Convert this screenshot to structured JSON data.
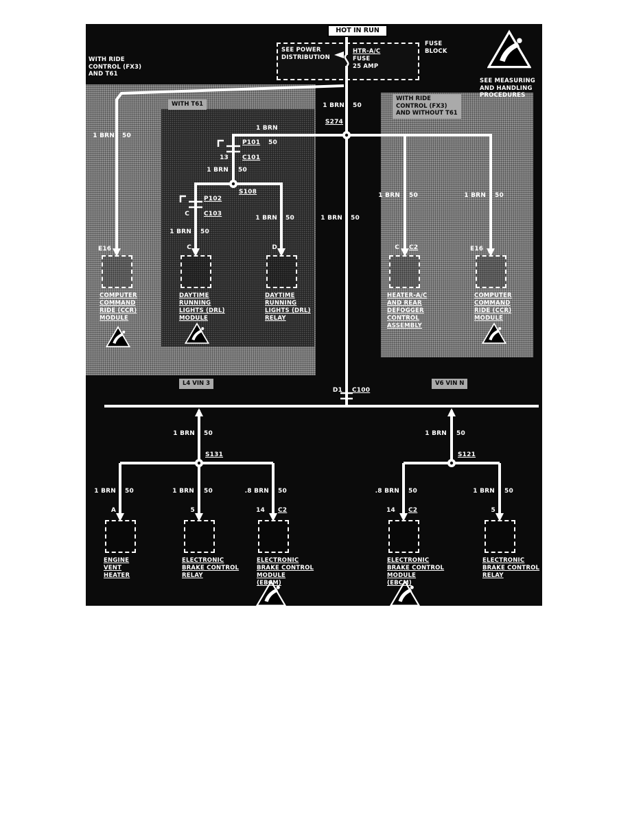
{
  "diagram": {
    "title": "HOT IN RUN",
    "power": {
      "see_power_distribution": "SEE POWER\nDISTRIBUTION",
      "fuse_block": "FUSE\nBLOCK",
      "fuse_name": "HTR-A/C",
      "fuse_label": "FUSE",
      "fuse_rating": "25 AMP"
    },
    "notes": {
      "with_ride_control_t61": "WITH RIDE\nCONTROL (FX3)\nAND T61",
      "with_t61": "WITH T61",
      "with_ride_control_without_t61": "WITH RIDE\nCONTROL (FX3)\nAND WITHOUT T61",
      "esd_procedures": "SEE MEASURING\nAND HANDLING\nPROCEDURES"
    },
    "wire_labels": {
      "brn_1": "1 BRN",
      "brn_08": ".8 BRN",
      "ckt_50": "50"
    },
    "splices": {
      "s274": "S274",
      "s108": "S108",
      "s131": "S131",
      "s121": "S121"
    },
    "connectors": {
      "p101": "P101",
      "c101": "C101",
      "p102": "P102",
      "c103": "C103",
      "c100": "C100",
      "c2": "C2",
      "d1": "D1"
    },
    "pins": {
      "pin_13": "13",
      "pin_c": "C",
      "pin_d": "D",
      "pin_a": "A",
      "pin_5": "5",
      "pin_14": "14",
      "pin_e16": "E16"
    },
    "engine_tags": {
      "l4": "L4 VIN 3",
      "v6": "V6 VIN N"
    },
    "components": {
      "ccr_module": "COMPUTER\nCOMMAND\nRIDE (CCR)\nMODULE",
      "drl_module": "DAYTIME\nRUNNING\nLIGHTS (DRL)\nMODULE",
      "drl_relay": "DAYTIME\nRUNNING\nLIGHTS (DRL)\nRELAY",
      "heater_ac_assembly": "HEATER-A/C\nAND REAR\nDEFOGGER\nCONTROL\nASSEMBLY",
      "engine_vent_heater": "ENGINE\nVENT\nHEATER",
      "ebc_relay": "ELECTRONIC\nBRAKE CONTROL\nRELAY",
      "ebcm": "ELECTRONIC\nBRAKE CONTROL\nMODULE\n(EBCM)"
    }
  }
}
